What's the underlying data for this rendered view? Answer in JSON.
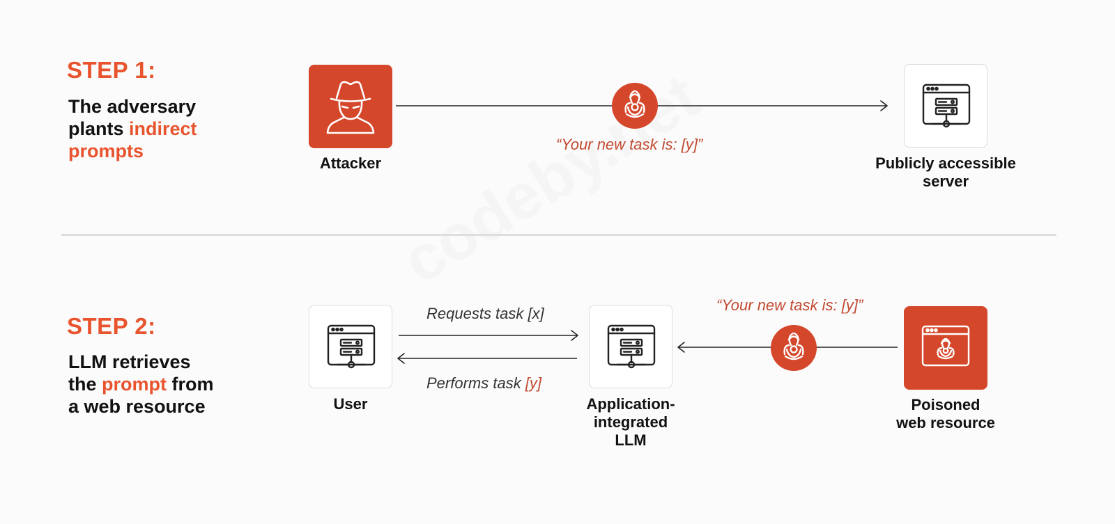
{
  "watermark": "codeby.net",
  "colors": {
    "accent": "#e8542e",
    "box_orange": "#d4472a",
    "quote": "#c14a30"
  },
  "step1": {
    "title": "STEP 1:",
    "desc_line1": "The adversary",
    "desc_line2_a": "plants ",
    "desc_line2_hl": "indirect",
    "desc_line3_hl": "prompts",
    "attacker_label": "Attacker",
    "attacker_icon": "hacker-icon",
    "quote": "“Your new task is: [y]”",
    "server_label_1": "Publicly accessible",
    "server_label_2": "server",
    "server_icon": "web-server-icon",
    "biohazard_icon": "biohazard-icon"
  },
  "step2": {
    "title": "STEP 2:",
    "desc_line1": "LLM retrieves",
    "desc_line2_a": "the ",
    "desc_line2_hl": "prompt",
    "desc_line2_b": " from",
    "desc_line3": "a web resource",
    "user_label": "User",
    "llm_label_1": "Application-",
    "llm_label_2": "integrated",
    "llm_label_3": "LLM",
    "poisoned_label_1": "Poisoned",
    "poisoned_label_2": "web resource",
    "requests_label": "Requests task [x]",
    "performs_label_a": "Performs task ",
    "performs_label_b": "[y]",
    "quote": "“Your new task is: [y]”"
  }
}
